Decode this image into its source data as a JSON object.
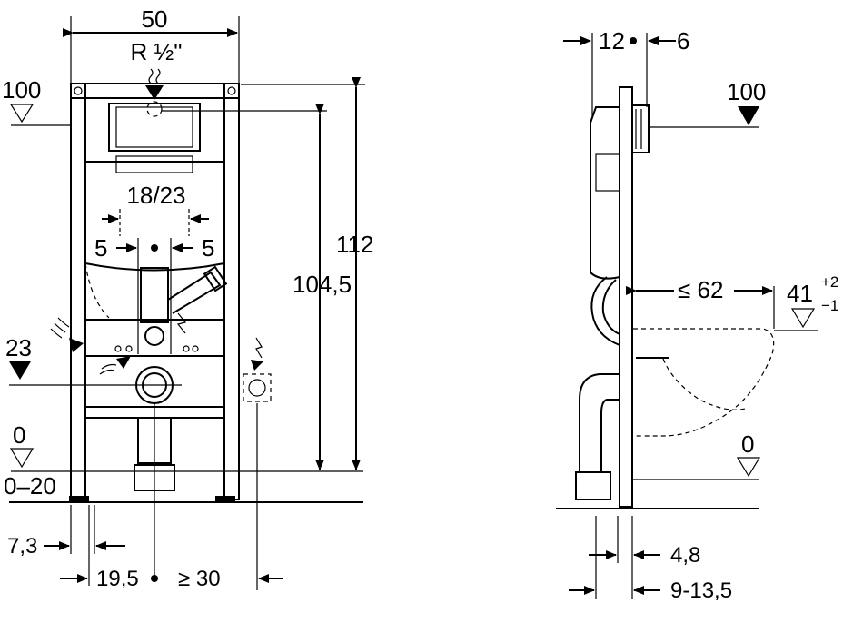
{
  "front": {
    "width": "50",
    "thread": "R ½\"",
    "level_100": "100",
    "spacing_18_23": "18/23",
    "offset_left": "5",
    "offset_right": "5",
    "height_112": "112",
    "height_104_5": "104,5",
    "level_23": "23",
    "level_0": "0",
    "range_0_20": "0–20",
    "dim_7_3": "7,3",
    "dim_19_5": "19,5",
    "dim_min_30": "≥ 30"
  },
  "side": {
    "dim_12": "12",
    "dim_6": "6",
    "level_100": "100",
    "dim_max_62": "≤ 62",
    "height_41": "41",
    "tol_plus": "+2",
    "tol_minus": "−1",
    "level_0": "0",
    "dim_4_8": "4,8",
    "dim_9_13_5": "9-13,5"
  }
}
